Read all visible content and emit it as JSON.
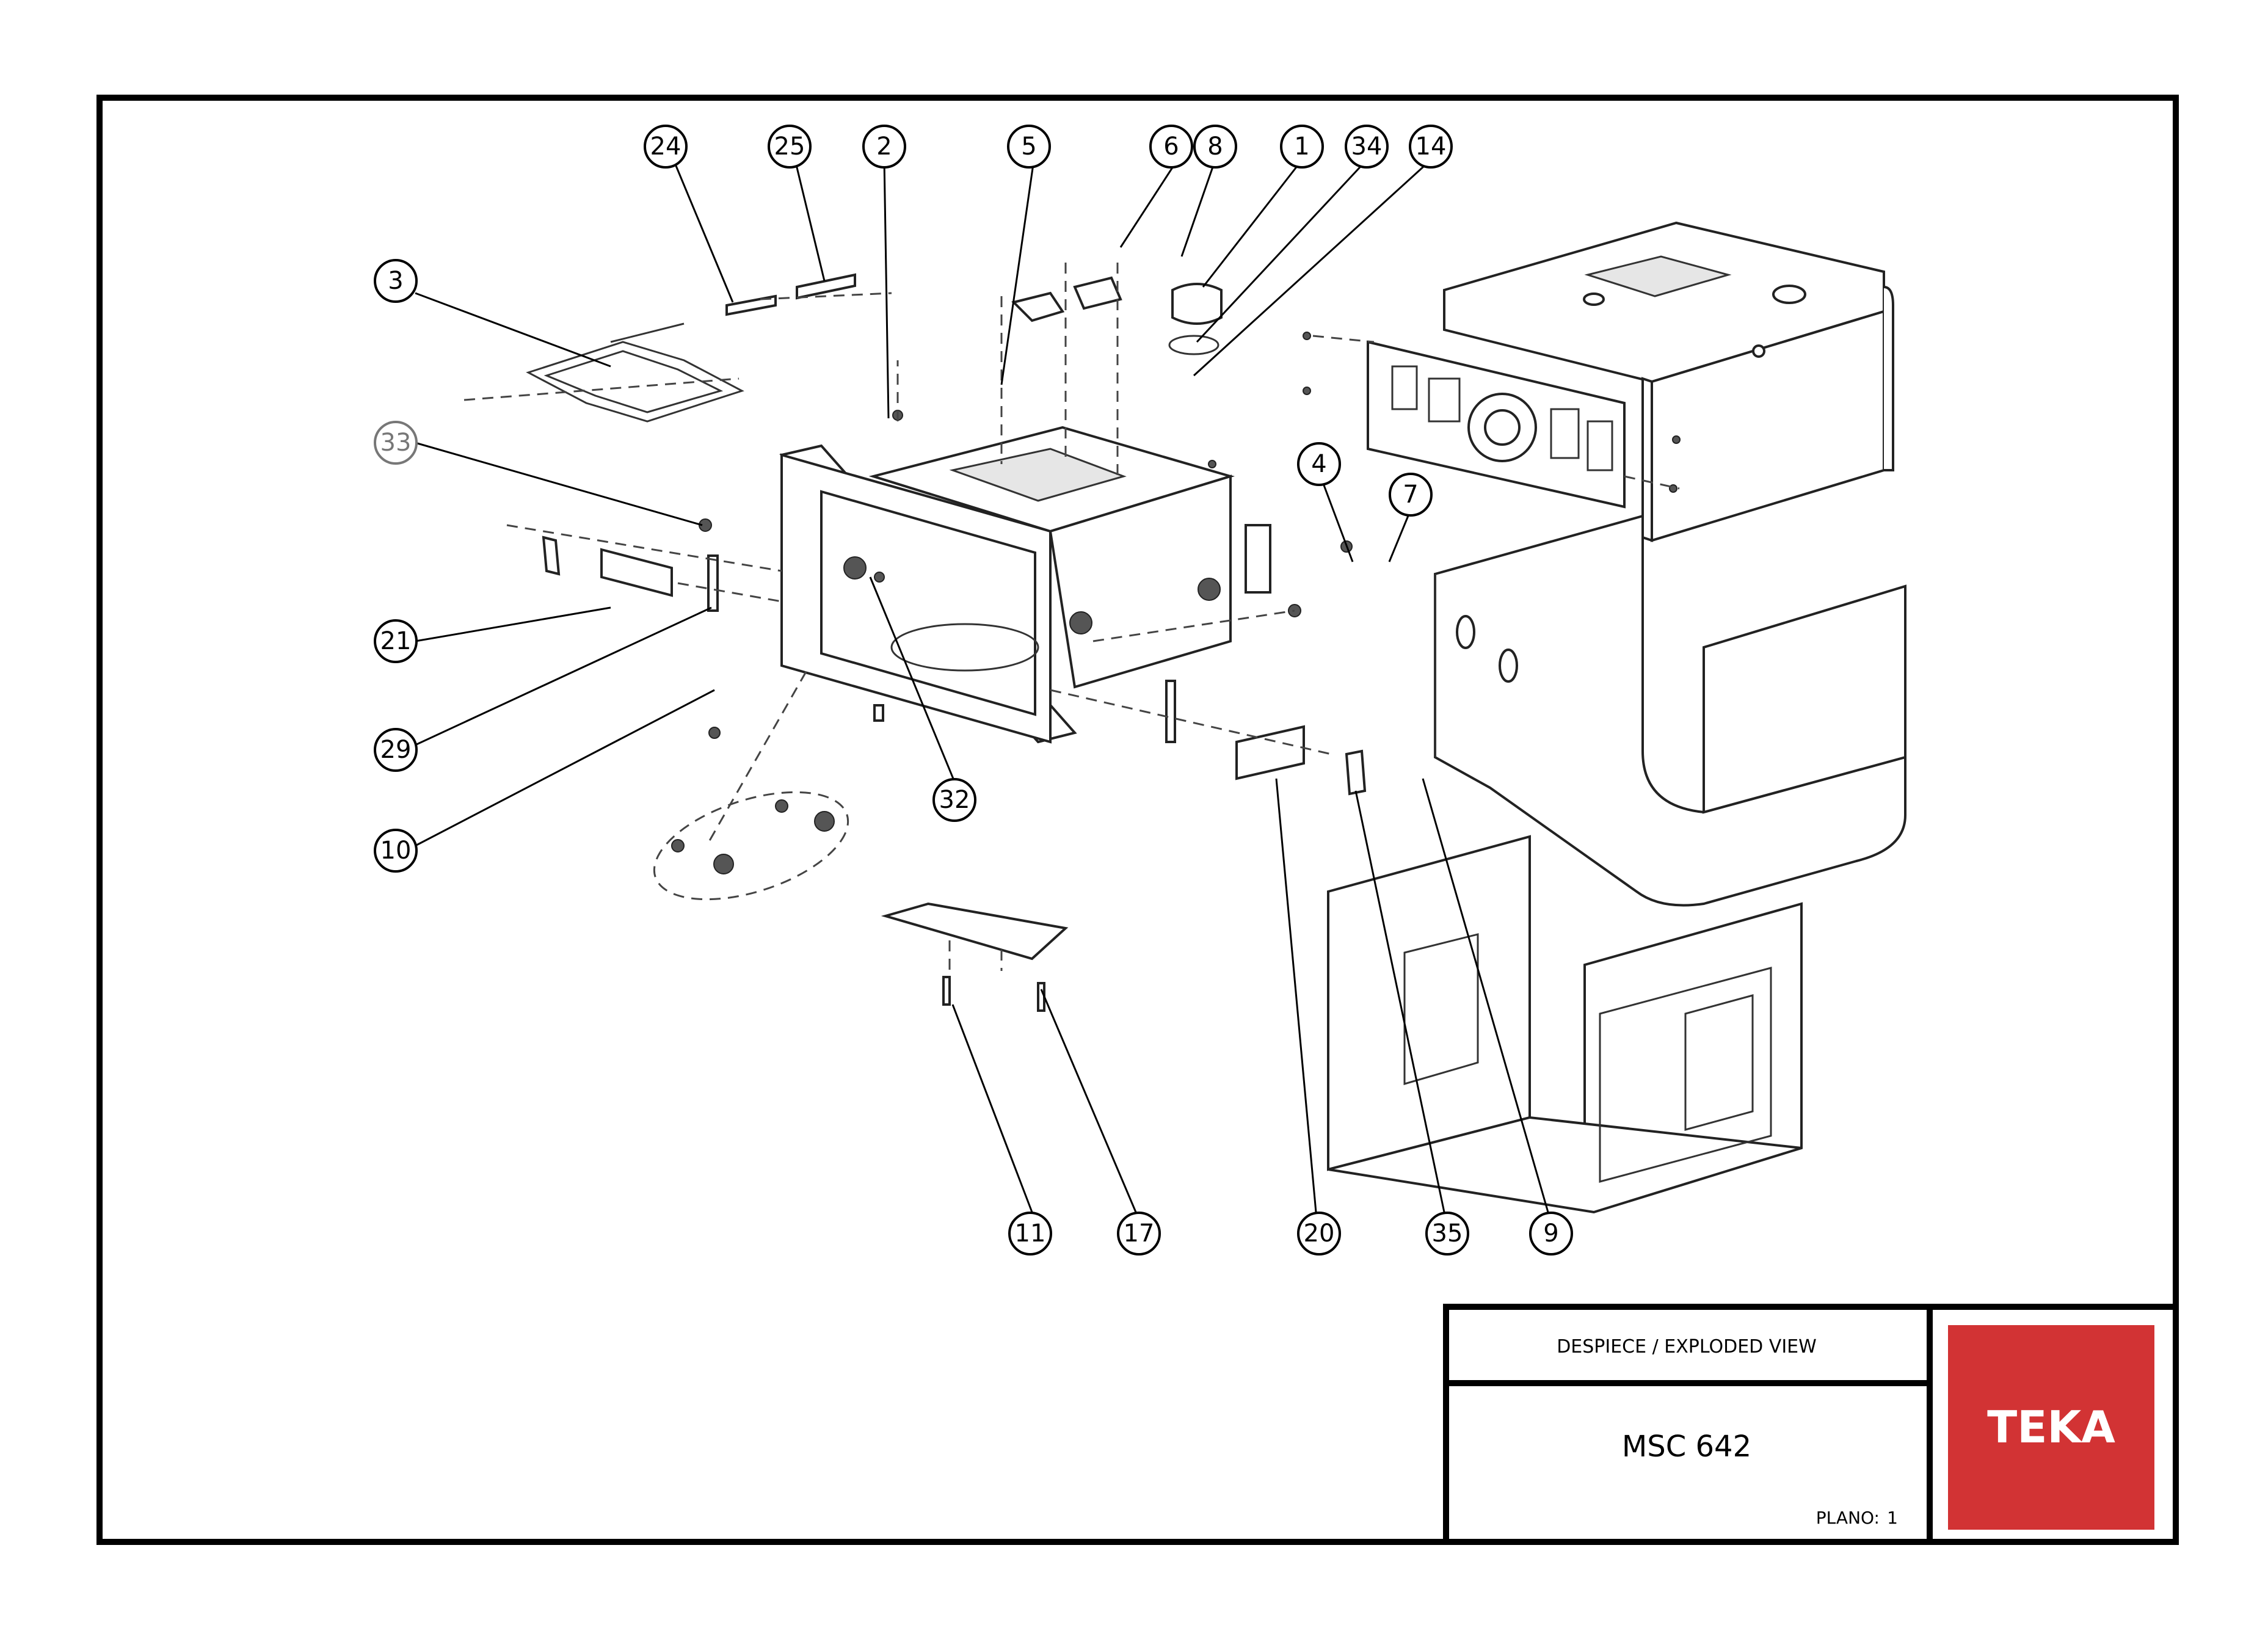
{
  "title_block": {
    "title": "DESPIECE / EXPLODED VIEW",
    "model": "MSC 642",
    "plano_label": "PLANO:",
    "plano_number": "1",
    "brand": "TEKA",
    "brand_color": "#d23334"
  },
  "callouts": {
    "c24": "24",
    "c25": "25",
    "c2": "2",
    "c5": "5",
    "c6": "6",
    "c8": "8",
    "c1": "1",
    "c34": "34",
    "c14": "14",
    "c3": "3",
    "c33": "33",
    "c4": "4",
    "c7": "7",
    "c21": "21",
    "c29": "29",
    "c10": "10",
    "c32": "32",
    "c11": "11",
    "c17": "17",
    "c20": "20",
    "c35": "35",
    "c9": "9"
  }
}
